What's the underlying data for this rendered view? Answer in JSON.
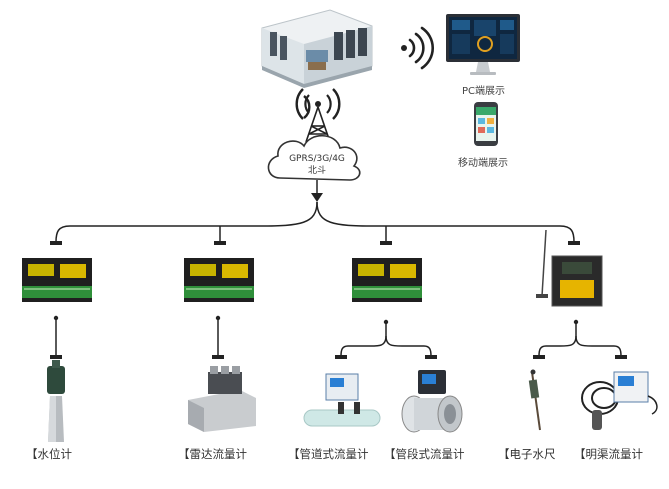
{
  "center": {
    "pc_label": "PC端展示",
    "mobile_label": "移动端展示"
  },
  "network": {
    "line1": "GPRS/3G/4G",
    "line2": "北斗"
  },
  "devices": {
    "water_level": "【水位计",
    "radar_flow": "【雷达流量计",
    "pipe_flow": "【管道式流量计",
    "segment_flow": "【管段式流量计",
    "staff_gauge": "【电子水尺",
    "channel_flow": "【明渠流量计"
  },
  "colors": {
    "line": "#222222",
    "rtu_green": "#2f8f3a",
    "rtu_dark": "#1f1f1f",
    "lcd": "#c8b400",
    "meter_blue": "#2a7fd4"
  }
}
